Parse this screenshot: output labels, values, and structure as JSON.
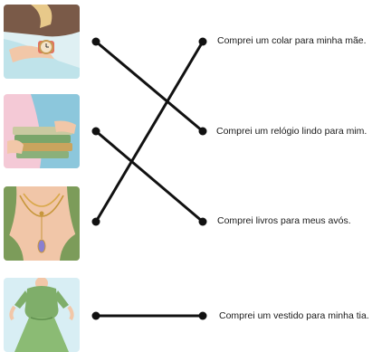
{
  "exercise": {
    "images": [
      {
        "subject": "wristwatch"
      },
      {
        "subject": "stack-of-books"
      },
      {
        "subject": "necklace"
      },
      {
        "subject": "green-dress"
      }
    ],
    "sentences": [
      "Comprei um colar para minha mãe.",
      "Comprei um relógio lindo para mim.",
      "Comprei livros para meus avós.",
      "Comprei um vestido para minha tia."
    ],
    "connections": [
      {
        "image": 1,
        "sentence": 2
      },
      {
        "image": 2,
        "sentence": 3
      },
      {
        "image": 3,
        "sentence": 1
      },
      {
        "image": 4,
        "sentence": 4
      }
    ]
  }
}
